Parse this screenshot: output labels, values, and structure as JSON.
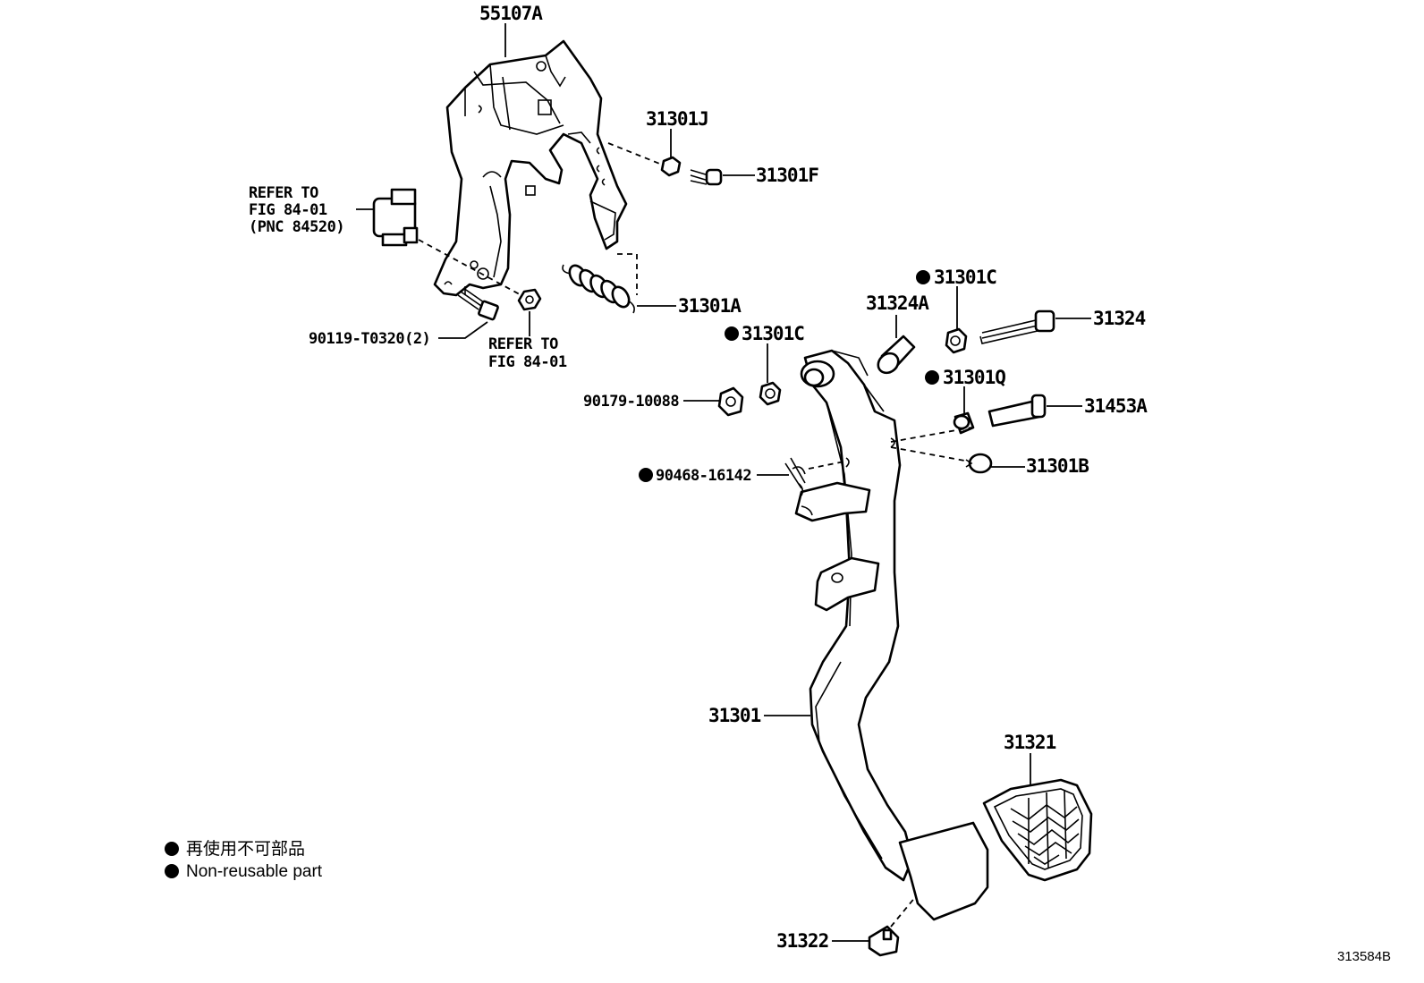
{
  "labels": {
    "p55107A": "55107A",
    "p31301J": "31301J",
    "p31301F": "31301F",
    "refer1_line1": "REFER TO",
    "refer1_line2": "FIG 84-01",
    "refer1_line3": "(PNC 84520)",
    "p31301A": "31301A",
    "p90119": "90119-T0320(2)",
    "refer2_line1": "REFER TO",
    "refer2_line2": "FIG 84-01",
    "p31301C_top": "31301C",
    "p31324A": "31324A",
    "p31324": "31324",
    "p31301C_mid": "31301C",
    "p31301Q": "31301Q",
    "p31453A": "31453A",
    "p90179": "90179-10088",
    "p90468": "90468-16142",
    "p31301B": "31301B",
    "p31301": "31301",
    "p31321": "31321",
    "p31322": "31322"
  },
  "legend": {
    "line_jp": "再使用不可部品",
    "line_en": "Non-reusable part"
  },
  "figure_code": "313584B",
  "colors": {
    "ink": "#000000",
    "paper": "#ffffff"
  }
}
